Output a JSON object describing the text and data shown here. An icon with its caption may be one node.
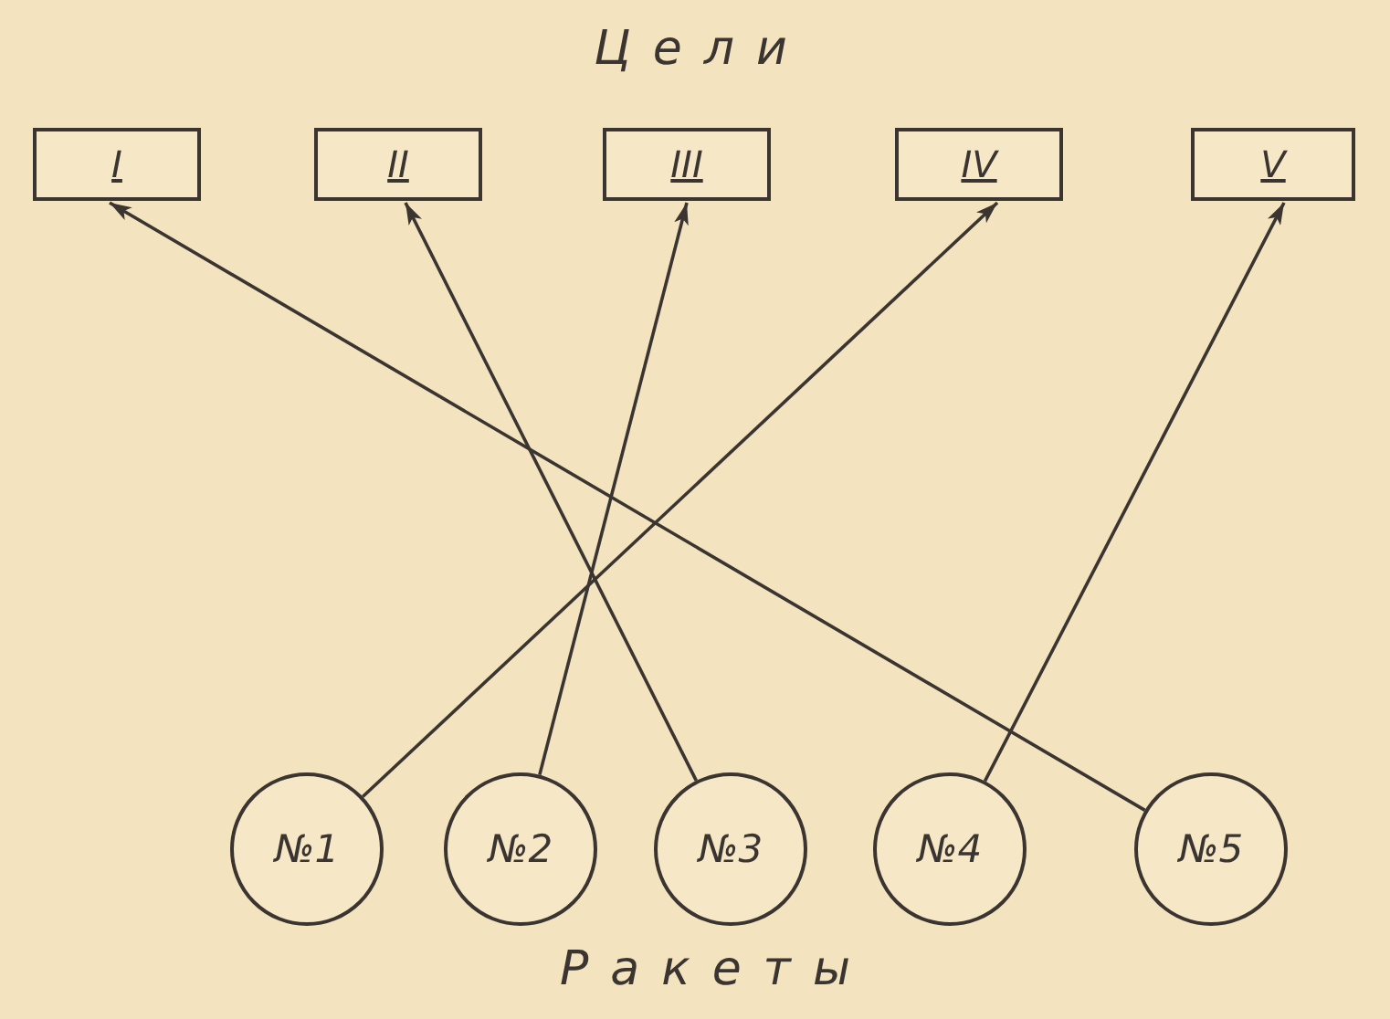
{
  "diagram": {
    "title": "Цели",
    "caption": "Ракеты",
    "nodes": [
      {
        "text": [
          "I"
        ]
      },
      {
        "text": [
          "II"
        ]
      },
      {
        "text": [
          "III"
        ]
      },
      {
        "text": [
          "IV"
        ]
      },
      {
        "text": [
          "V"
        ]
      },
      {
        "text": [
          "№1"
        ]
      },
      {
        "text": [
          "№2"
        ]
      },
      {
        "text": [
          "№3"
        ]
      },
      {
        "text": [
          "№4"
        ]
      },
      {
        "text": [
          "№5"
        ]
      }
    ],
    "edges": [
      {
        "from": 5,
        "to": 3,
        "arrow": "to"
      },
      {
        "from": 6,
        "to": 2,
        "arrow": "to"
      },
      {
        "from": 7,
        "to": 1,
        "arrow": "to"
      },
      {
        "from": 8,
        "to": 4,
        "arrow": "to"
      },
      {
        "from": 9,
        "to": 0,
        "arrow": "to"
      }
    ]
  }
}
